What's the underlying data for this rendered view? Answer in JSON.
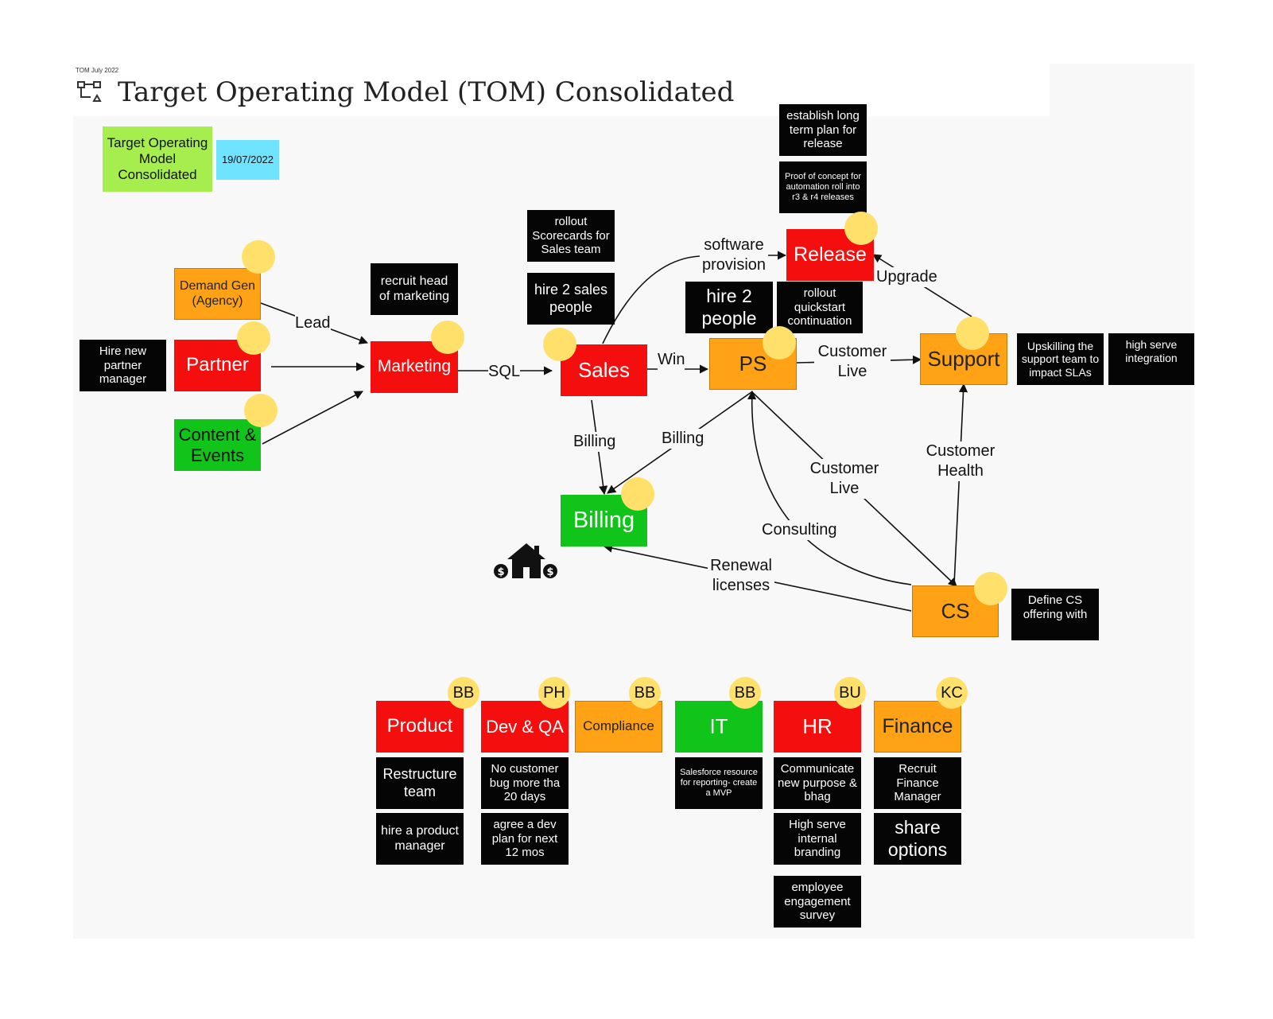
{
  "header": {
    "small_label": "TOM July 2022",
    "title": "Target Operating Model (TOM) Consolidated",
    "icon": "flowchart-icon"
  },
  "stickies": {
    "name": "Target Operating Model Consolidated",
    "date": "19/07/2022"
  },
  "nodes": {
    "demand_gen": "Demand Gen (Agency)",
    "partner": "Partner",
    "content_events": "Content & Events",
    "marketing": "Marketing",
    "sales": "Sales",
    "ps": "PS",
    "release": "Release",
    "support": "Support",
    "billing": "Billing",
    "cs": "CS"
  },
  "notes": {
    "hire_partner_manager": "Hire new partner manager",
    "recruit_head_marketing": "recruit head of marketing",
    "rollout_scorecards": "rollout Scorecards for Sales team",
    "hire_2_sales": "hire 2 sales people",
    "hire_2_people": "hire 2 people",
    "rollout_quickstart": "rollout quickstart continuation",
    "long_term_plan": "establish long term plan for release",
    "proof_of_concept": "Proof of concept for automation roll into r3 & r4 releases",
    "upskilling_support": "Upskilling the support team to impact SLAs",
    "high_serve_integration": "high serve integration",
    "define_cs_offering": "Define CS offering with"
  },
  "edges": {
    "lead": "Lead",
    "sql": "SQL",
    "win": "Win",
    "software_provision": "software provision",
    "upgrade": "Upgrade",
    "customer_live_top": "Customer Live",
    "billing_left": "Billing",
    "billing_right": "Billing",
    "customer_live_mid": "Customer Live",
    "customer_health": "Customer Health",
    "consulting": "Consulting",
    "renewal_licenses": "Renewal licenses"
  },
  "departments": [
    {
      "name": "Product",
      "initials": "BB",
      "color": "#f50e0e",
      "notes": [
        "Restructure team",
        "hire a product manager"
      ]
    },
    {
      "name": "Dev & QA",
      "initials": "PH",
      "color": "#f50e0e",
      "notes": [
        "No customer bug more tha 20 days",
        "agree a dev plan for next 12 mos"
      ]
    },
    {
      "name": "Compliance",
      "initials": "BB",
      "color": "#ffa215",
      "notes": []
    },
    {
      "name": "IT",
      "initials": "BB",
      "color": "#10c41a",
      "notes": [
        "Salesforce resource for reporting- create a MVP"
      ]
    },
    {
      "name": "HR",
      "initials": "BU",
      "color": "#f50e0e",
      "notes": [
        "Communicate new purpose & bhag",
        "High serve internal branding",
        "employee engagement survey"
      ]
    },
    {
      "name": "Finance",
      "initials": "KC",
      "color": "#ffa215",
      "notes": [
        "Recruit Finance Manager",
        "share options"
      ]
    }
  ],
  "icons": {
    "house": "house-money-icon"
  }
}
